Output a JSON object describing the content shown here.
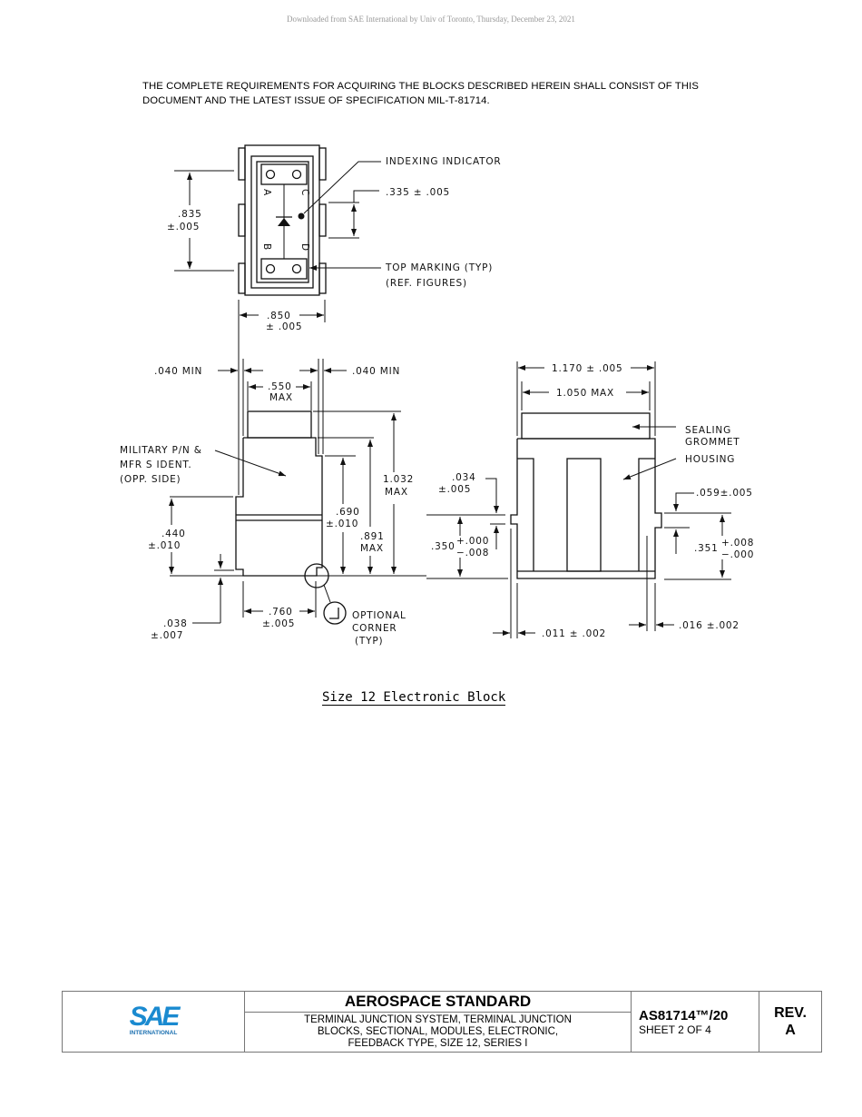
{
  "watermark": "Downloaded from SAE International by Univ of Toronto, Thursday, December 23, 2021",
  "intro": [
    "THE COMPLETE REQUIREMENTS FOR ACQUIRING THE BLOCKS DESCRIBED HEREIN SHALL CONSIST OF THIS",
    "DOCUMENT AND THE LATEST ISSUE OF SPECIFICATION MIL-T-81714."
  ],
  "drawing": {
    "top_view": {
      "indexing": "INDEXING INDICATOR",
      "d335": ".335 ± .005",
      "d835": ".835",
      "d835_tol": "±.005",
      "top_marking": "TOP MARKING (TYP)",
      "ref_figures": "(REF. FIGURES)",
      "d850": ".850",
      "d850_tol": "± .005",
      "pins": [
        "A",
        "C",
        "B",
        "D"
      ]
    },
    "front_view": {
      "min_left": ".040 MIN",
      "min_right": ".040 MIN",
      "d550": ".550",
      "d550_sub": "MAX",
      "military": [
        "MILITARY P/N &",
        "MFR S IDENT.",
        "(OPP. SIDE)"
      ],
      "d1032": "1.032",
      "d1032_sub": "MAX",
      "d690": ".690",
      "d690_tol": "±.010",
      "d891": ".891",
      "d891_sub": "MAX",
      "d440": ".440",
      "d440_tol": "±.010",
      "d038": ".038",
      "d038_tol": "±.007",
      "d760": ".760",
      "d760_tol": "±.005",
      "optional": [
        "OPTIONAL",
        "CORNER",
        "(TYP)"
      ]
    },
    "side_view": {
      "d1170": "1.170 ± .005",
      "d1050": "1.050 MAX",
      "sealing": [
        "SEALING",
        "GROMMET"
      ],
      "housing": "HOUSING",
      "d034": ".034",
      "d034_tol": "±.005",
      "d059": ".059±.005",
      "d350": ".350",
      "d350_plus": "+.000",
      "d350_minus": "−.008",
      "d351": ".351",
      "d351_plus": "+.008",
      "d351_minus": "−.000",
      "d011": ".011 ± .002",
      "d016": ".016 ±.002"
    },
    "caption": "Size 12 Electronic Block"
  },
  "footer": {
    "logo": "SAE",
    "logo_sub": "INTERNATIONAL",
    "logo_color": "#1a8ad0",
    "title": "AEROSPACE STANDARD",
    "description": [
      "TERMINAL JUNCTION SYSTEM, TERMINAL JUNCTION",
      "BLOCKS, SECTIONAL, MODULES, ELECTRONIC,",
      "FEEDBACK TYPE, SIZE 12, SERIES I"
    ],
    "doc_number": "AS81714™/20",
    "sheet": "SHEET 2 OF 4",
    "rev_label": "REV.",
    "rev": "A"
  }
}
